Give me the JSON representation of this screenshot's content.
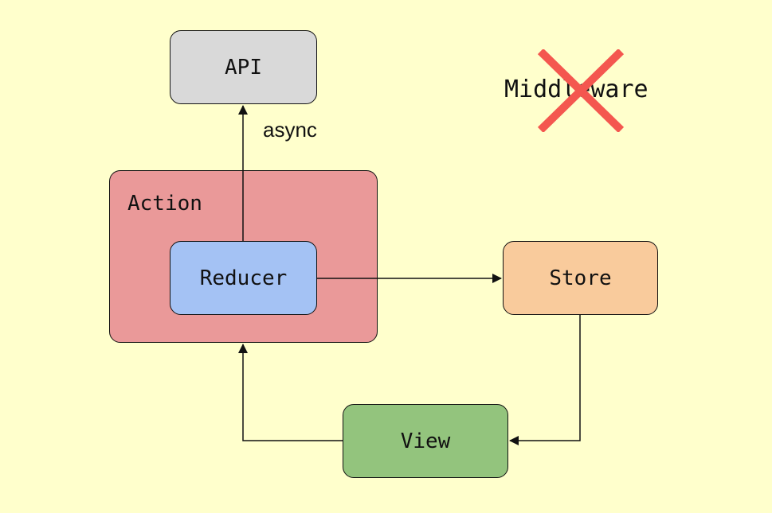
{
  "nodes": {
    "api": "API",
    "action": "Action",
    "reducer": "Reducer",
    "store": "Store",
    "view": "View"
  },
  "edge_labels": {
    "async": "async"
  },
  "middleware": {
    "label": "Middleware",
    "crossed_out": true,
    "cross_color": "#f4574f"
  },
  "colors": {
    "background": "#ffffcc",
    "api": "#d9d9d9",
    "action": "#ea9999",
    "reducer": "#a4c2f4",
    "store": "#f9cb9c",
    "view": "#93c47d"
  }
}
